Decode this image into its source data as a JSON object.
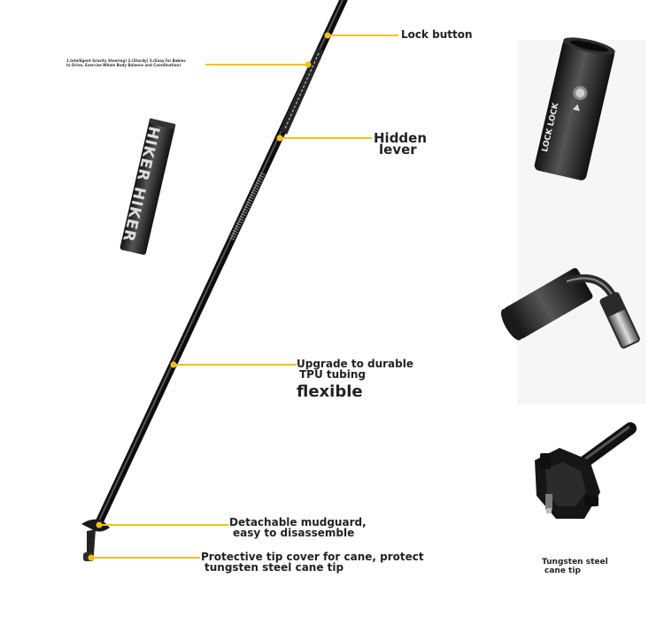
{
  "product_brand_text": "HIKER HIKER",
  "callouts": {
    "features": "1.Intelligent Gravity Steering) 2.(Sturdy) 3.(Easy for Babies to Drive, Exercise Whole Body Balance and Coordination)",
    "lock_button": "Lock button",
    "hidden_lever_line1": "Hidden",
    "hidden_lever_line2": "lever",
    "tpu_line1": "Upgrade to durable",
    "tpu_line2": "TPU tubing",
    "tpu_line3": "flexible",
    "mudguard_line1": "Detachable mudguard,",
    "mudguard_line2": "easy to disassemble",
    "tip_cover_line1": "Protective tip cover for cane, protect",
    "tip_cover_line2": "tungsten steel cane tip",
    "tungsten_line1": "Tungsten steel",
    "tungsten_line2": "cane tip"
  },
  "detail_lock_text": "LOCK LOCK",
  "colors": {
    "accent_yellow": "#f2c21b",
    "pole_dark": "#1b1b1b",
    "panel_bg": "#f6f6f6"
  }
}
